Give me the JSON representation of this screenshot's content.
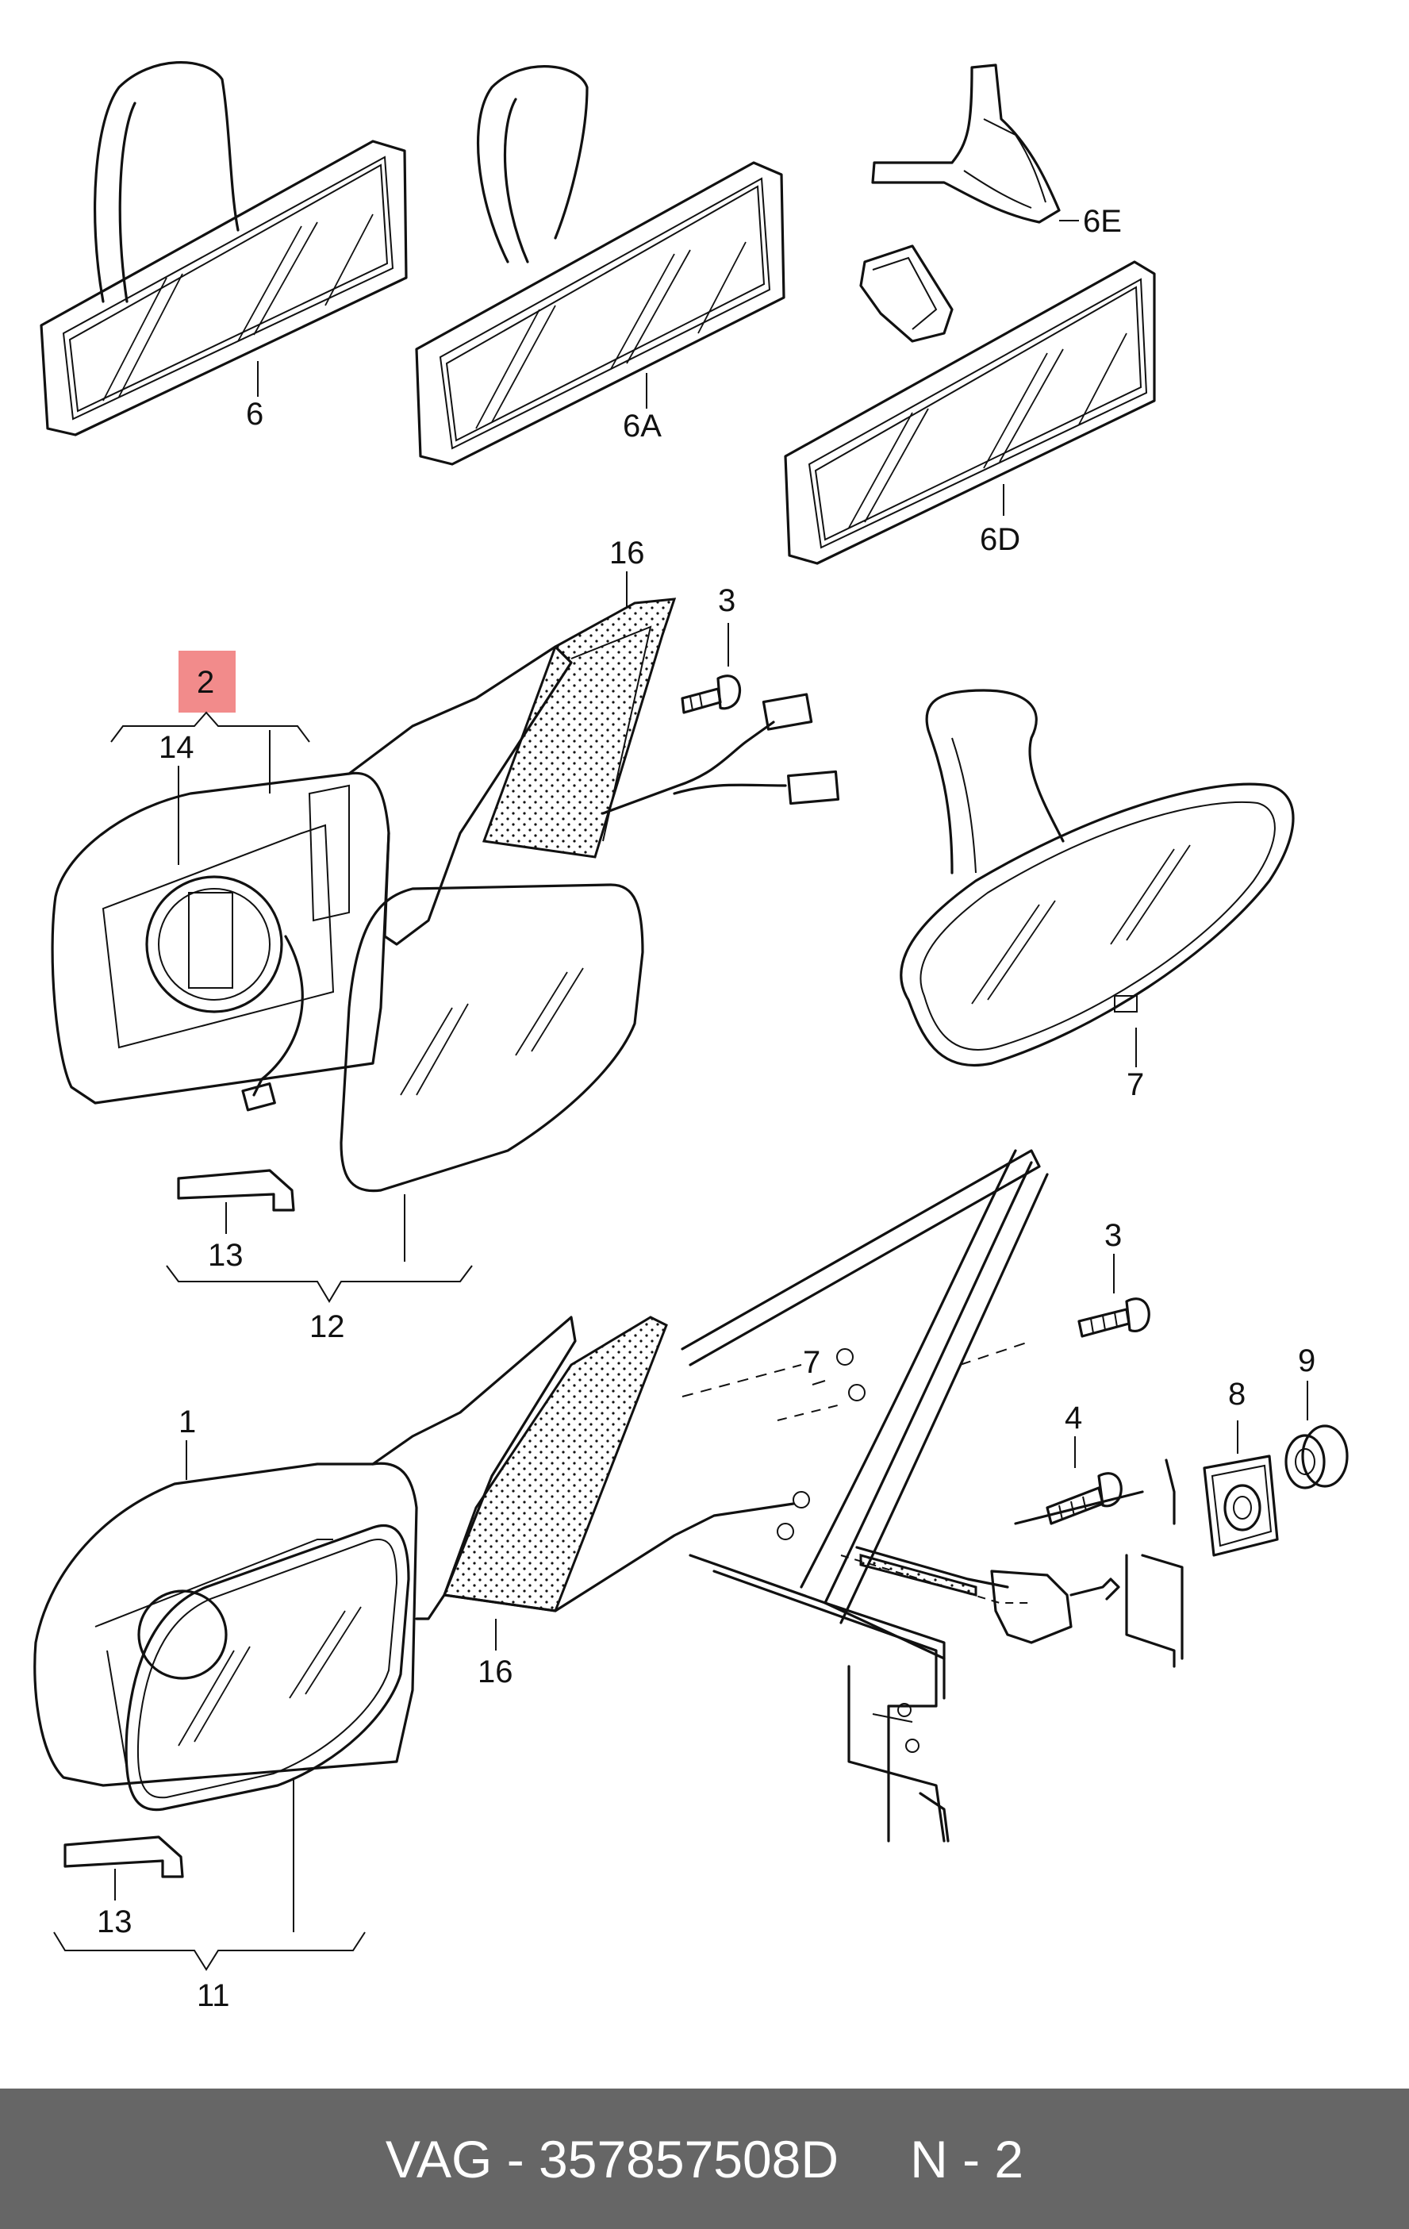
{
  "callouts": {
    "p6": "6",
    "p6a": "6A",
    "p6e": "6E",
    "p6d": "6D",
    "p16_top": "16",
    "p3_top": "3",
    "p2": "2",
    "p14": "14",
    "p7": "7",
    "p13_top": "13",
    "p12": "12",
    "p3_bottom": "3",
    "p9": "9",
    "p8": "8",
    "p4": "4",
    "p1": "1",
    "p16_bottom": "16",
    "p13_bottom": "13",
    "p11": "11",
    "hole_7": "7"
  },
  "highlight_color": "#f28b8b",
  "footer_color": "#666666",
  "footer": {
    "brand": "VAG",
    "part_number": "357857508D",
    "page": "N - 2"
  }
}
